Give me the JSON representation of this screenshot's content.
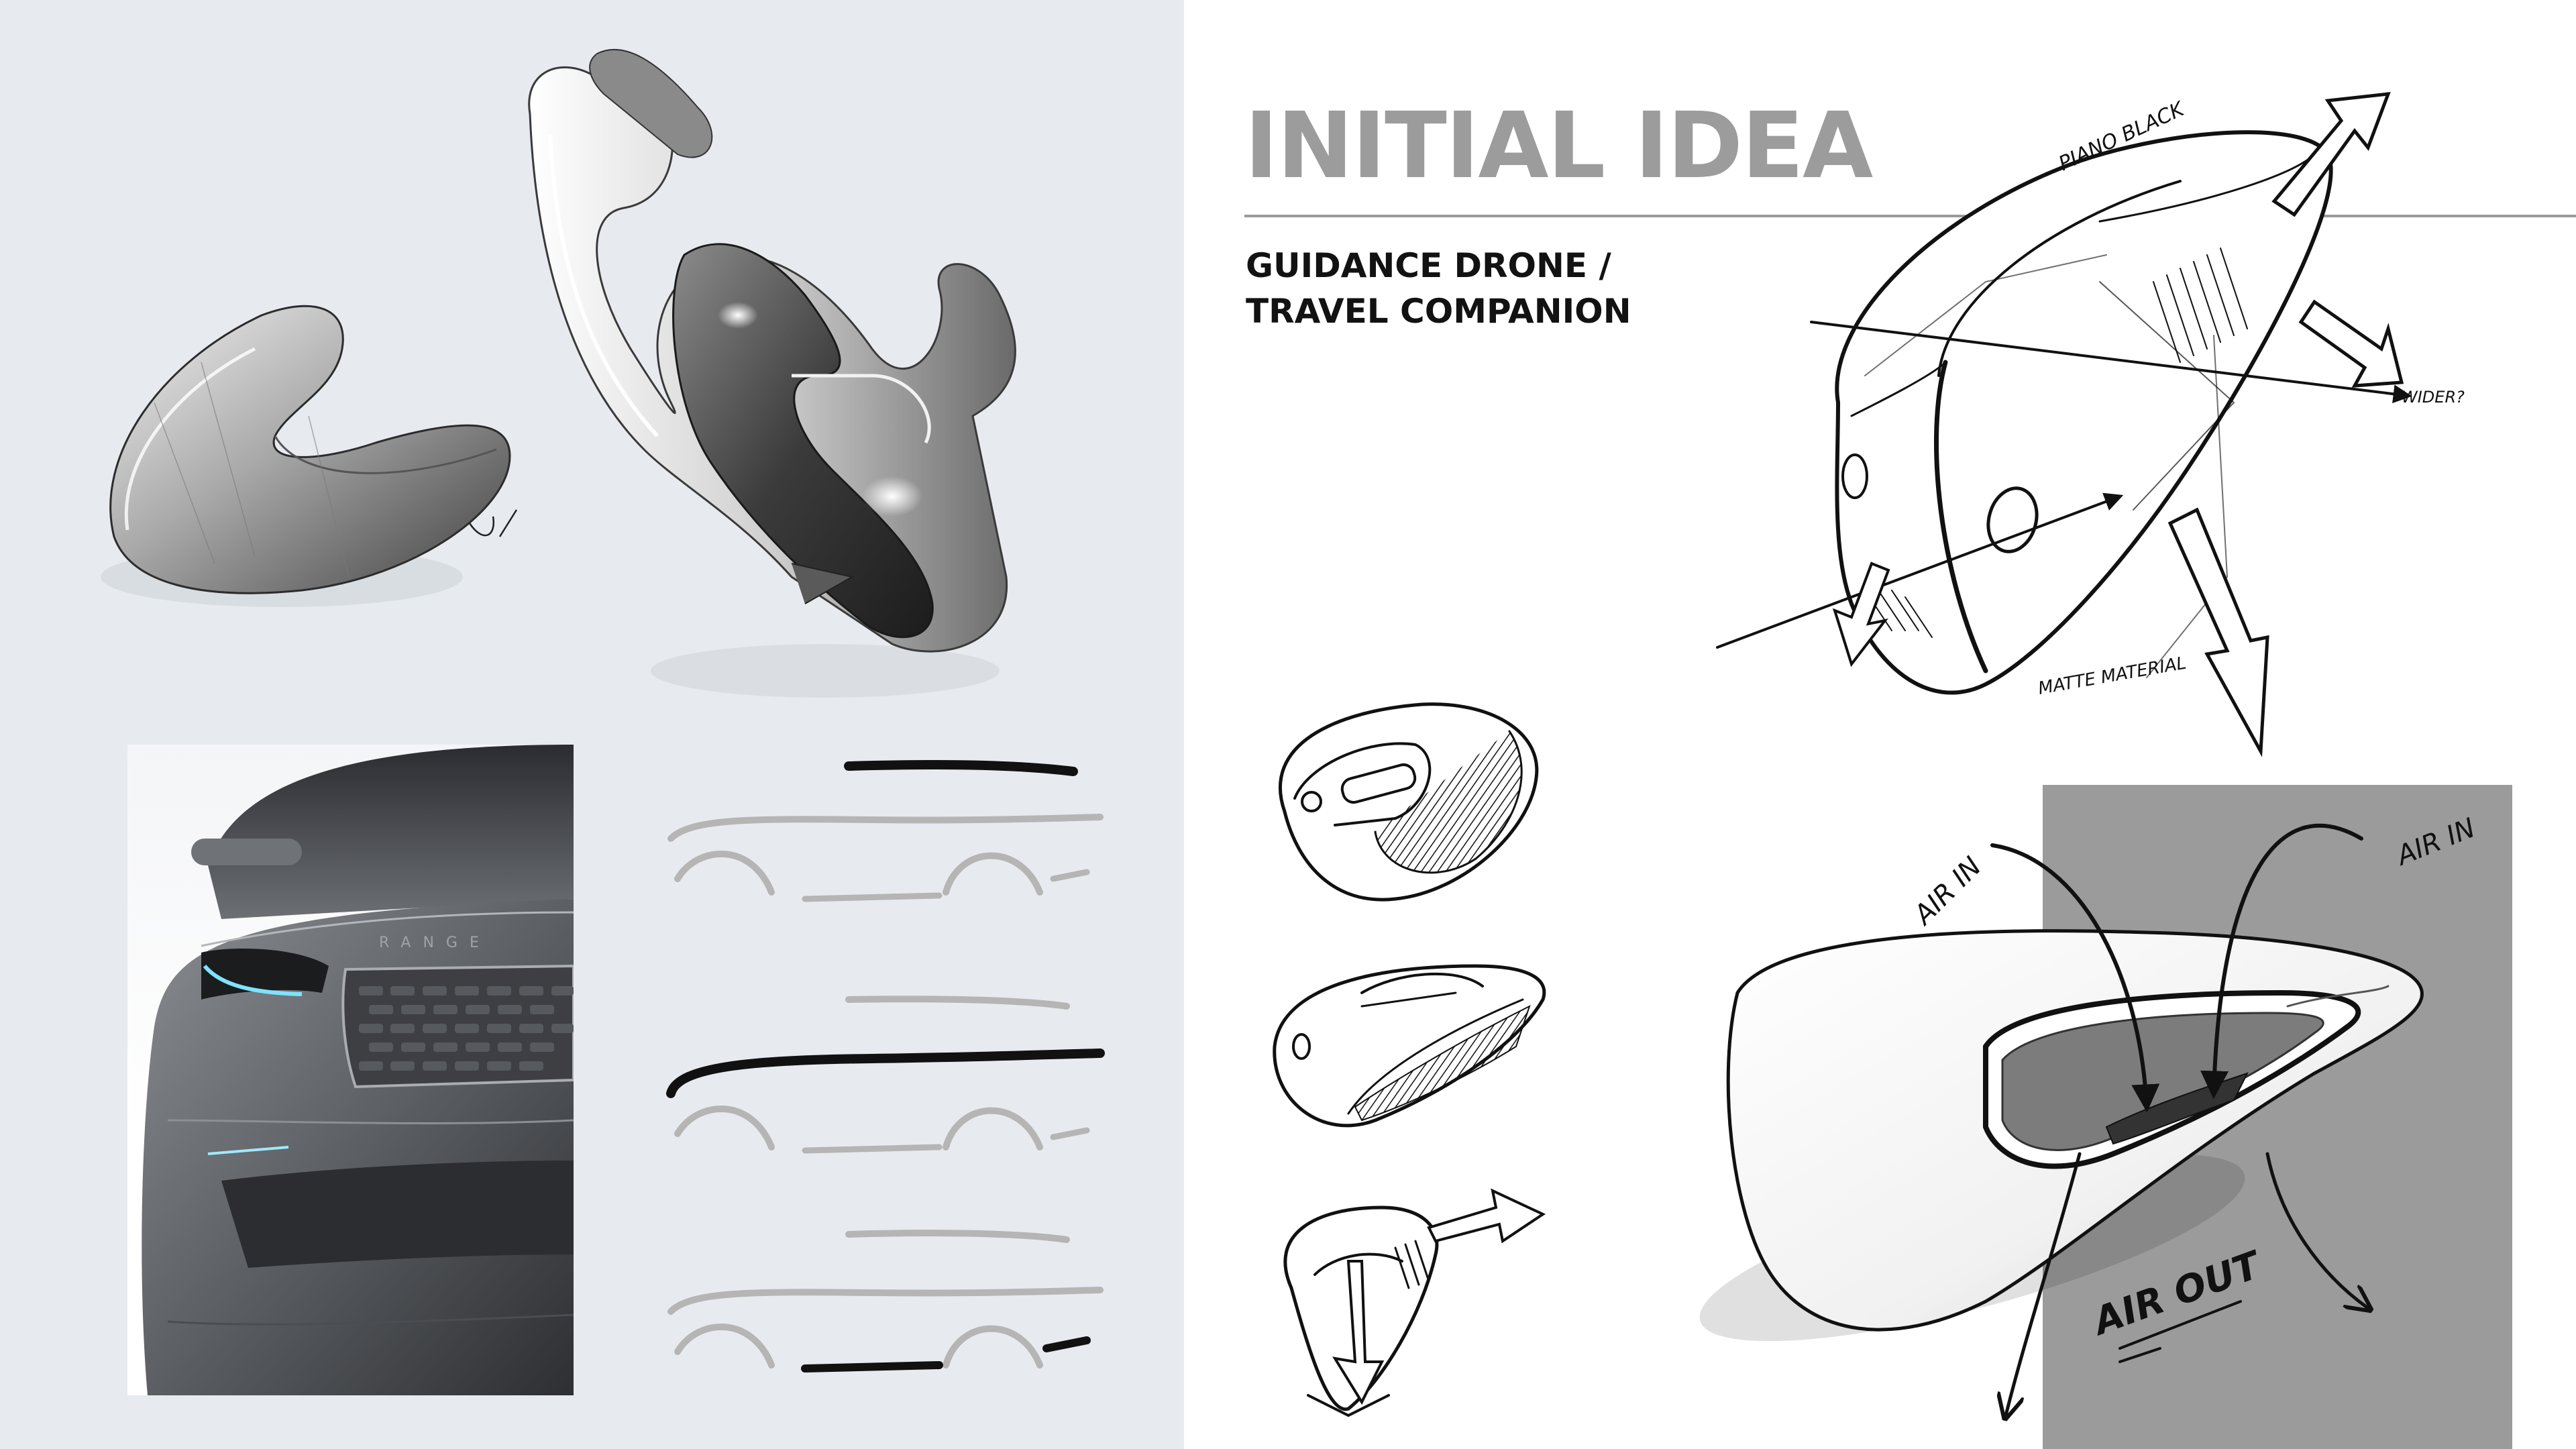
{
  "header": {
    "title": "INITIAL IDEA",
    "subtitle_line_1": "GUIDANCE DRONE /",
    "subtitle_line_2": "TRAVEL COMPANION"
  },
  "annotations": {
    "piano_black": "PIANO BLACK",
    "wider": "WIDER?",
    "matte_material": "MATTE MATERIAL",
    "air_in_left": "AIR IN",
    "air_in_right": "AIR IN",
    "air_out": "AIR OUT"
  },
  "car_badge": {
    "text": "RANGE"
  },
  "colors": {
    "left_background": "#e7ebf0",
    "title_grey": "#9c9c9c",
    "subtitle_black": "#121212",
    "sketch_ink": "#111111",
    "grey_block": "#9b9b9b",
    "drl_cyan": "#7fe3ff"
  }
}
